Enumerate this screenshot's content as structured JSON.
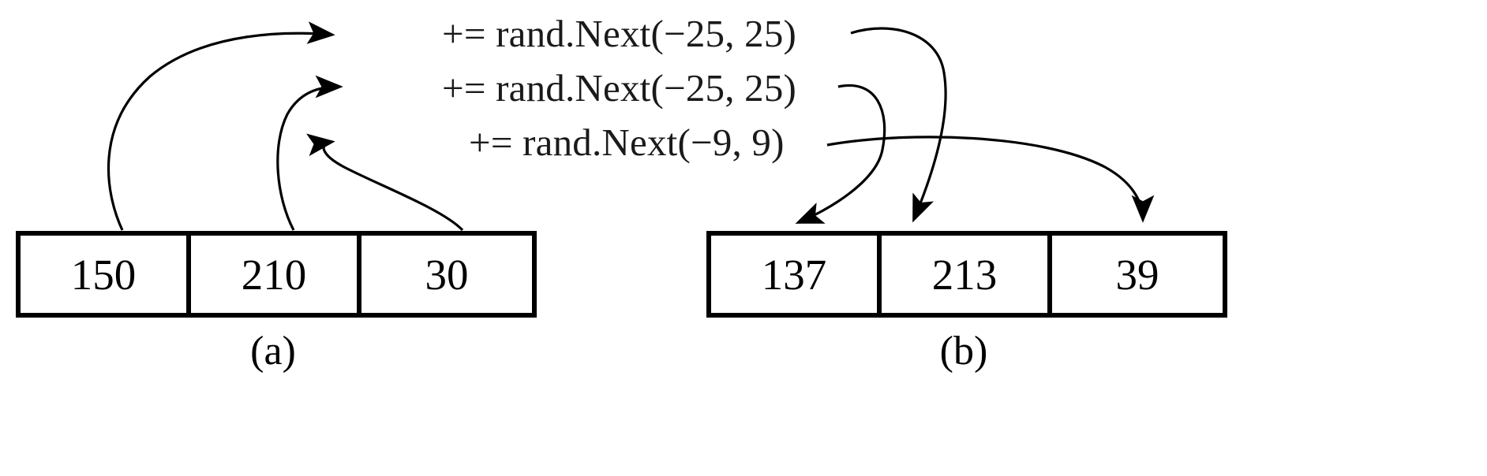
{
  "figure": {
    "operations": [
      {
        "text": "+= rand.Next(−25, 25)"
      },
      {
        "text": "+= rand.Next(−25, 25)"
      },
      {
        "text": "+= rand.Next(−9, 9)"
      }
    ],
    "arrays": [
      {
        "id": "source-array",
        "caption": "(a)",
        "cells": [
          {
            "value": "150"
          },
          {
            "value": "210"
          },
          {
            "value": "30"
          }
        ]
      },
      {
        "id": "result-array",
        "caption": "(b)",
        "cells": [
          {
            "value": "137"
          },
          {
            "value": "213"
          },
          {
            "value": "39"
          }
        ]
      }
    ],
    "colors": {
      "stroke": "#000000",
      "background": "#ffffff",
      "text": "#000000",
      "op_text": "#1a1a1a"
    },
    "arrows": {
      "incoming_count": 3,
      "outgoing_count": 3
    }
  }
}
